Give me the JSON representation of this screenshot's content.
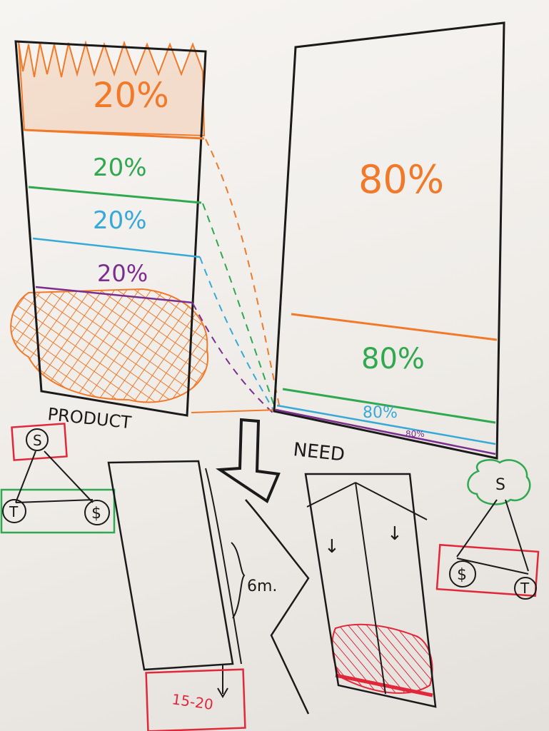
{
  "product_column": {
    "caption": "PRODUCT",
    "segments": [
      {
        "label": "20%",
        "color": "#f07a2a"
      },
      {
        "label": "20%",
        "color": "#2fa84f"
      },
      {
        "label": "20%",
        "color": "#36a9d6"
      },
      {
        "label": "20%",
        "color": "#7b2e8e"
      }
    ]
  },
  "need_column": {
    "caption": "NEED",
    "segments": [
      {
        "label": "80%",
        "color": "#f07a2a"
      },
      {
        "label": "80%",
        "color": "#2fa84f"
      },
      {
        "label": "80%",
        "color": "#36a9d6"
      },
      {
        "label": "80%",
        "color": "#7b2e8e"
      }
    ]
  },
  "left_triangle": {
    "top": "S",
    "left": "T",
    "right": "$"
  },
  "right_triangle": {
    "top": "S",
    "left": "$",
    "right": "T"
  },
  "bottom_notes": {
    "height_label": "6m.",
    "range_label": "15-20",
    "arrow_left": "↓",
    "arrow_right": "↓"
  },
  "colors": {
    "orange": "#f07a2a",
    "green": "#2fa84f",
    "blue": "#36a9d6",
    "purple": "#7b2e8e",
    "red": "#e0283a",
    "ink": "#1a1a1a"
  }
}
